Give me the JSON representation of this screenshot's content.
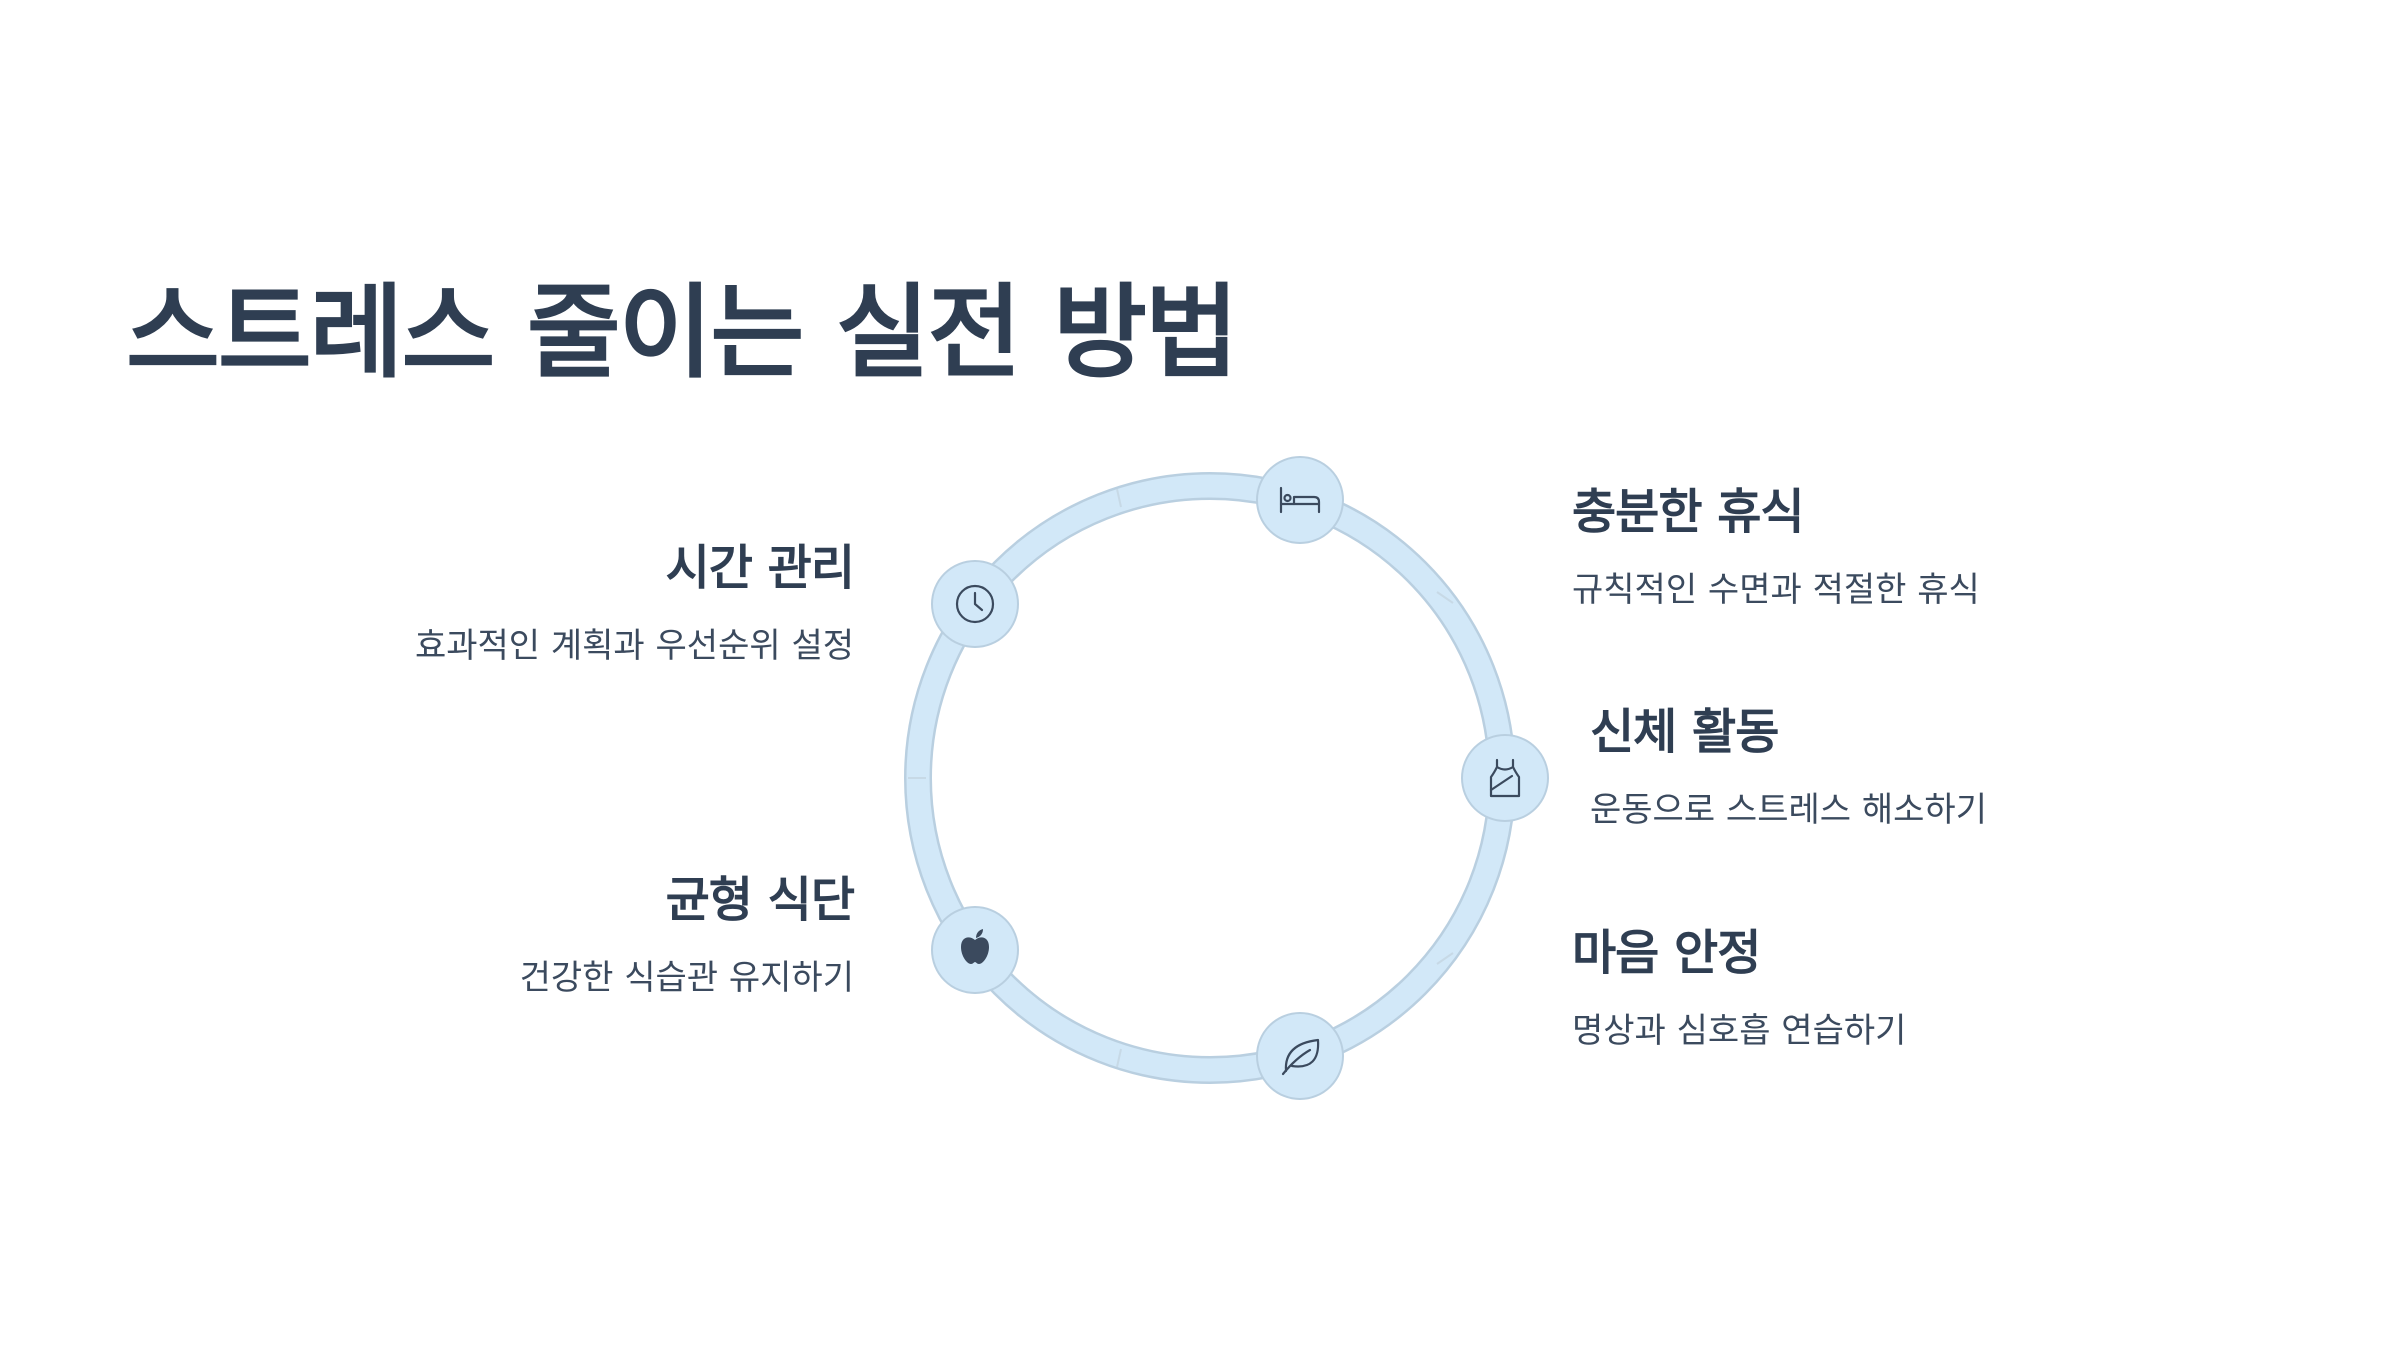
{
  "title": "스트레스 줄이는 실전 방법",
  "colors": {
    "ring": "#d2e8f8",
    "ring_stroke": "#b9cfe0",
    "node_fill": "#d2e8f8",
    "node_stroke": "#b9cfe0",
    "icon": "#3b4a5e",
    "heading": "#2f3e52",
    "text": "#3b4a5e"
  },
  "items": [
    {
      "id": "rest",
      "heading": "충분한 휴식",
      "description": "규칙적인 수면과 적절한 휴식",
      "icon": "bed-icon"
    },
    {
      "id": "exercise",
      "heading": "신체 활동",
      "description": "운동으로 스트레스 해소하기",
      "icon": "tank-top-icon"
    },
    {
      "id": "mind",
      "heading": "마음 안정",
      "description": "명상과 심호흡 연습하기",
      "icon": "leaf-icon"
    },
    {
      "id": "diet",
      "heading": "균형 식단",
      "description": "건강한 식습관 유지하기",
      "icon": "apple-icon"
    },
    {
      "id": "time",
      "heading": "시간 관리",
      "description": "효과적인 계획과 우선순위 설정",
      "icon": "clock-icon"
    }
  ]
}
